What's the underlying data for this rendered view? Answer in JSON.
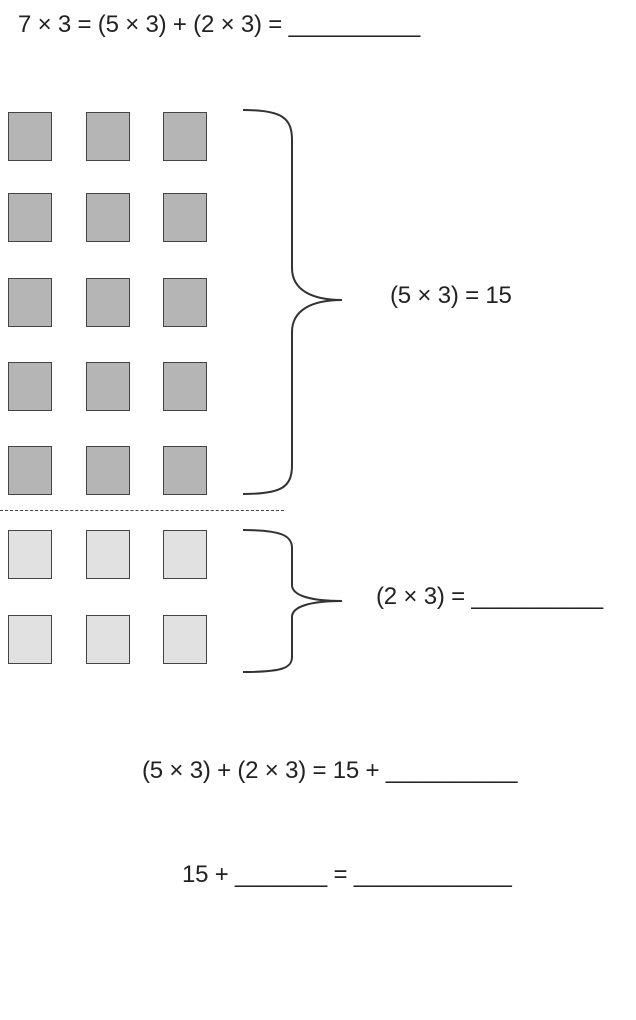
{
  "equations": {
    "top": "7 × 3 = (5 × 3) + (2 × 3) = __________",
    "group_one": "(5 × 3) = 15",
    "group_two": "(2 × 3) = __________",
    "combine": "(5 × 3) + (2 × 3) = 15 + __________",
    "final": "15 + _______ = ____________"
  },
  "array": {
    "columns": 3,
    "dark_rows": 5,
    "light_rows": 2,
    "colors": {
      "dark_fill": "#b5b5b5",
      "light_fill": "#e1e1e1",
      "outline": "#444444"
    }
  }
}
